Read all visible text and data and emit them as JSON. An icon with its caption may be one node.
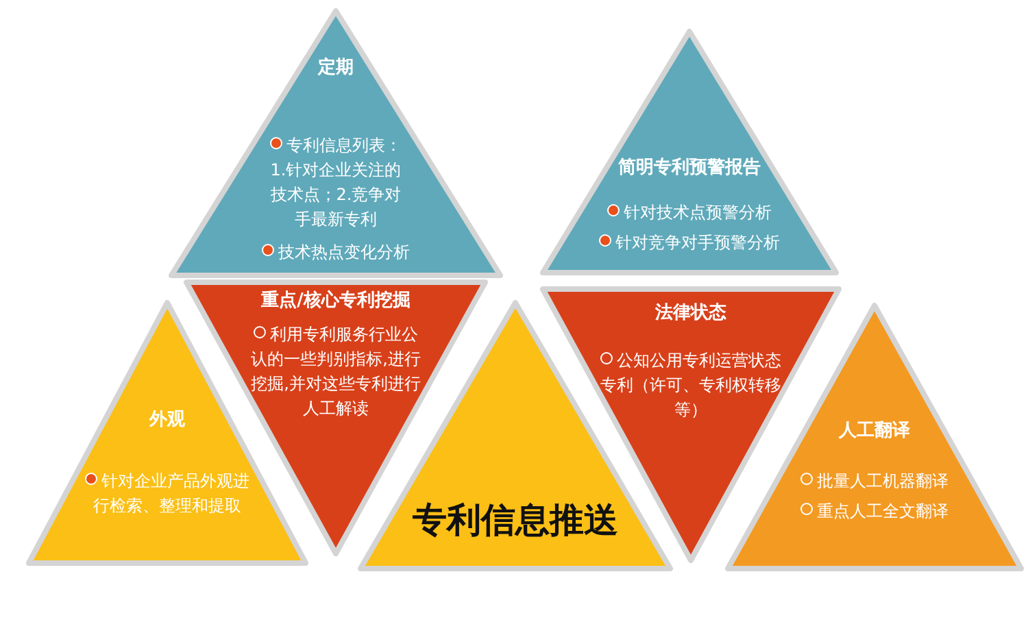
{
  "diagram": {
    "nodes": [
      {
        "text": [
          "定期",
          "专利信息列表：1.针对企业关注的技术点；2.竞争对手最新专利",
          "技术热点变化分析"
        ]
      },
      {
        "text": [
          "简明专利预警报告",
          "针对技术点预警分析",
          "针对竞争对手预警分析"
        ]
      },
      {
        "text": [
          "外观",
          "针对企业产品外观进行检索、整理和提取"
        ]
      },
      {
        "text": [
          "重点/核心专利挖掘",
          "利用专利服务行业公认的一些判别指标,进行挖掘,并对这些专利进行人工解读"
        ]
      },
      {
        "text": [
          "专利信息推送"
        ]
      },
      {
        "text": [
          "法律状态",
          "公知公用专利运营状态专利（许可、专利权转移等）"
        ]
      },
      {
        "text": [
          "人工翻译",
          "批量人工机器翻译",
          "重点人工全文翻译"
        ]
      }
    ]
  }
}
